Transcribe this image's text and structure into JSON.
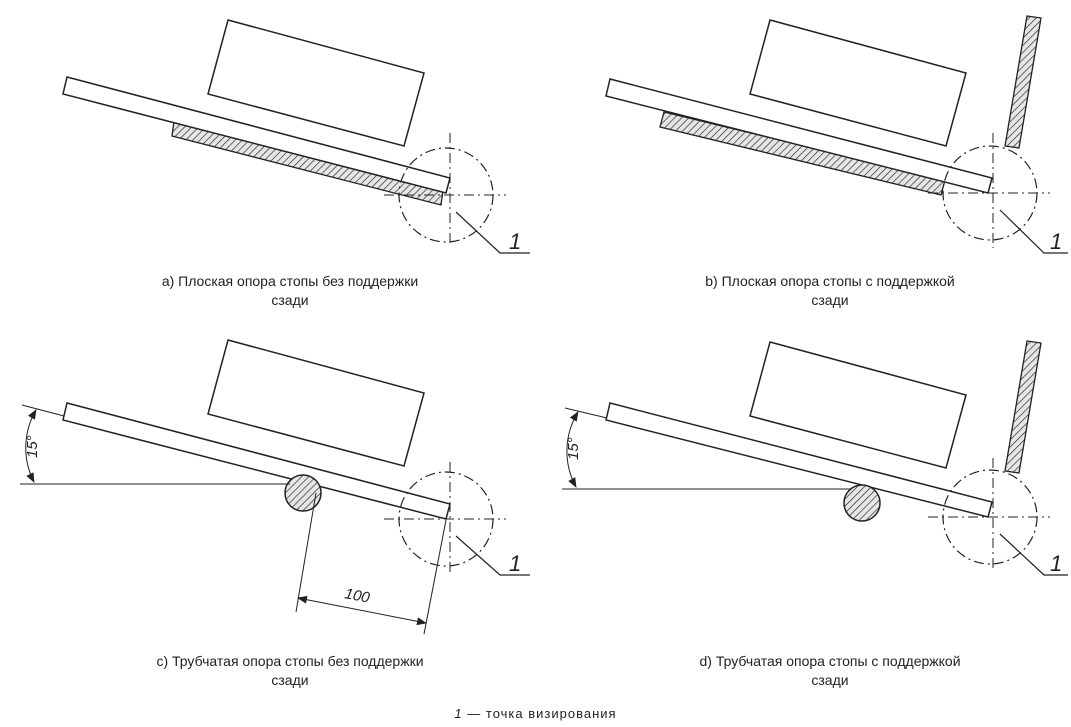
{
  "figures": [
    {
      "id": "a",
      "caption_line1": "a) Плоская опора стопы без поддержки",
      "caption_line2": "сзади",
      "marker": "1"
    },
    {
      "id": "b",
      "caption_line1": "b) Плоская опора стопы с поддержкой",
      "caption_line2": "сзади",
      "marker": "1"
    },
    {
      "id": "c",
      "caption_line1": "c) Трубчатая опора стопы без поддержки",
      "caption_line2": "сзади",
      "marker": "1",
      "angle_label": "15°",
      "dimension_label": "100"
    },
    {
      "id": "d",
      "caption_line1": "d) Трубчатая опора стопы с поддержкой",
      "caption_line2": "сзади",
      "marker": "1",
      "angle_label": "15°"
    }
  ],
  "legend": {
    "number": "1",
    "dash": "—",
    "text": "точка визирования"
  },
  "colors": {
    "line": "#222222",
    "hatch_fill": "#cfcfcf"
  }
}
